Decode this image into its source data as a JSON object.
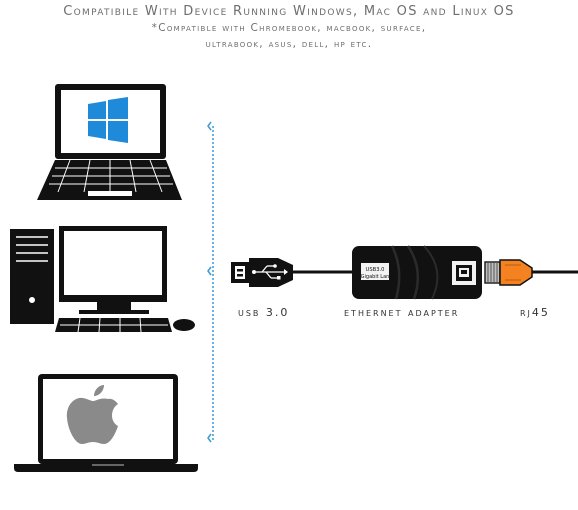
{
  "header": {
    "title": "Compatibile With Device Running Windows, Mac OS and Linux OS",
    "subtitle_line1": "*Compatible with Chromebook, macbook, surface,",
    "subtitle_line2": "ultrabook, asus, dell, hp etc."
  },
  "labels": {
    "usb": "usb 3.0",
    "adapter": "ethernet adapter",
    "rj45": "rj45"
  },
  "adapter_text": {
    "line1": "USB3.0",
    "line2": "Gigabit Lan"
  },
  "colors": {
    "device": "#111111",
    "windows_blue": "#1f8ad9",
    "apple_gray": "#8a8a8a",
    "bracket": "#3a9ad6",
    "rj45_orange": "#f58220",
    "text_gray": "#6e6e6e"
  },
  "icons": [
    "windows-logo-icon",
    "apple-logo-icon",
    "usb-symbol-icon",
    "ethernet-port-icon"
  ]
}
